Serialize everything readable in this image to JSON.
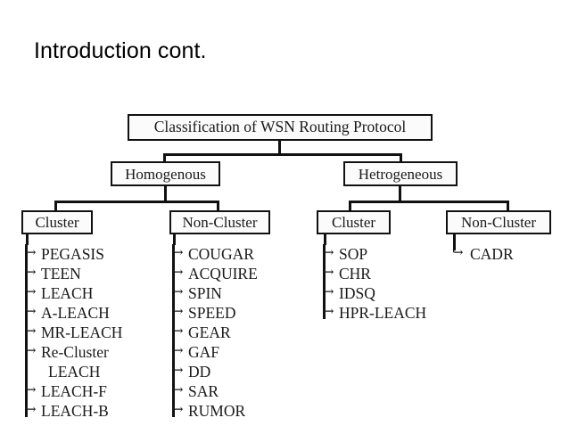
{
  "slide": {
    "title": "Introduction cont."
  },
  "diagram": {
    "root": {
      "label": "Classification of WSN Routing Protocol"
    },
    "level2": [
      {
        "key": "homogenous",
        "label": "Homogenous"
      },
      {
        "key": "hetrogeneous",
        "label": "Hetrogeneous"
      }
    ],
    "level3": [
      {
        "key": "homo-cluster",
        "label": "Cluster"
      },
      {
        "key": "homo-non-cluster",
        "label": "Non-Cluster"
      },
      {
        "key": "hetero-cluster",
        "label": "Cluster"
      },
      {
        "key": "hetero-non-cluster",
        "label": "Non-Cluster"
      }
    ],
    "bullet_icon": "arrow-bullet-icon",
    "bullet_glyph": "↪",
    "leaves": {
      "homo_cluster": [
        {
          "label": "PEGASIS",
          "continuation": false
        },
        {
          "label": "TEEN",
          "continuation": false
        },
        {
          "label": "LEACH",
          "continuation": false
        },
        {
          "label": "A-LEACH",
          "continuation": false
        },
        {
          "label": "MR-LEACH",
          "continuation": false
        },
        {
          "label": "Re-Cluster",
          "continuation": false
        },
        {
          "label": "LEACH",
          "continuation": true
        },
        {
          "label": "LEACH-F",
          "continuation": false
        },
        {
          "label": "LEACH-B",
          "continuation": false
        }
      ],
      "homo_non_cluster": [
        {
          "label": "COUGAR",
          "continuation": false
        },
        {
          "label": "ACQUIRE",
          "continuation": false
        },
        {
          "label": "SPIN",
          "continuation": false
        },
        {
          "label": "SPEED",
          "continuation": false
        },
        {
          "label": "GEAR",
          "continuation": false
        },
        {
          "label": "GAF",
          "continuation": false
        },
        {
          "label": "DD",
          "continuation": false
        },
        {
          "label": "SAR",
          "continuation": false
        },
        {
          "label": "RUMOR",
          "continuation": false
        }
      ],
      "hetero_cluster": [
        {
          "label": "SOP",
          "continuation": false
        },
        {
          "label": "CHR",
          "continuation": false
        },
        {
          "label": "IDSQ",
          "continuation": false
        },
        {
          "label": "HPR-LEACH",
          "continuation": false
        }
      ],
      "hetero_non_cluster": [
        {
          "label": "CADR",
          "continuation": false
        }
      ]
    }
  },
  "colors": {
    "background": "#ffffff",
    "ink": "#111111",
    "text": "#1a1a1a"
  }
}
